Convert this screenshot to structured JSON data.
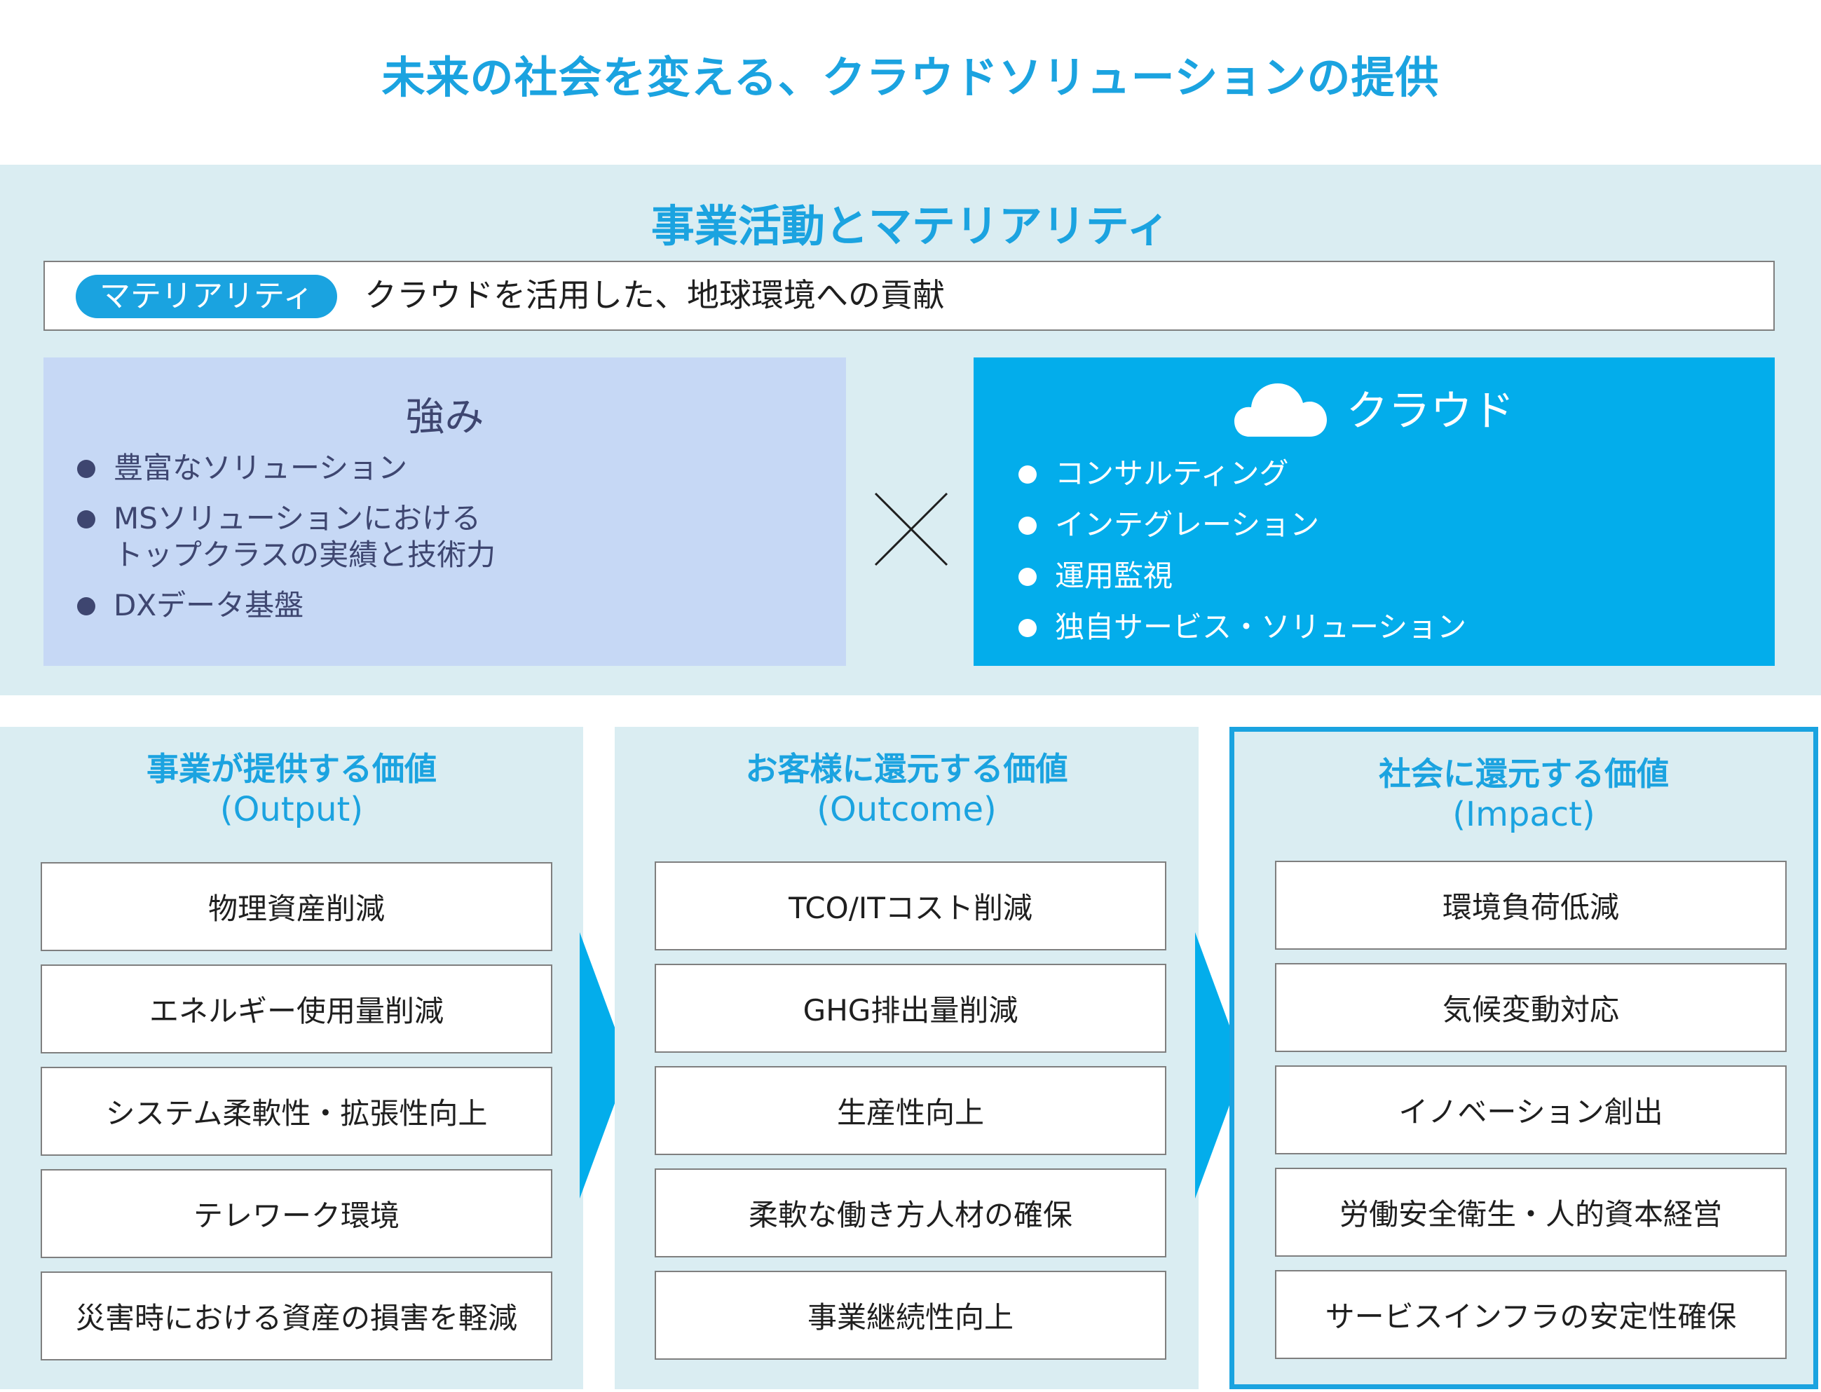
{
  "page": {
    "title": "未来の社会を変える、クラウドソリューションの提供"
  },
  "business": {
    "title": "事業活動とマテリアリティ",
    "materiality_label": "マテリアリティ",
    "materiality_text": "クラウドを活用した、地球環境への貢献",
    "strengths": {
      "title": "強み",
      "items": [
        "豊富なソリューション",
        "MSソリューションにおける\nトップクラスの実績と技術力",
        "DXデータ基盤"
      ]
    },
    "cloud": {
      "icon": "cloud-icon",
      "title": "クラウド",
      "items": [
        "コンサルティング",
        "インテグレーション",
        "運用監視",
        "独自サービス・ソリューション"
      ]
    },
    "operator_icon": "times-icon"
  },
  "values": [
    {
      "title": "事業が提供する価値",
      "subtitle": "(Output)",
      "items": [
        "物理資産削減",
        "エネルギー使用量削減",
        "システム柔軟性・拡張性向上",
        "テレワーク環境",
        "災害時における資産の損害を軽減"
      ]
    },
    {
      "title": "お客様に還元する価値",
      "subtitle": "(Outcome)",
      "items": [
        "TCO/ITコスト削減",
        "GHG排出量削減",
        "生産性向上",
        "柔軟な働き方人材の確保",
        "事業継続性向上"
      ]
    },
    {
      "title": "社会に還元する価値",
      "subtitle": "(Impact)",
      "items": [
        "環境負荷低減",
        "気候変動対応",
        "イノベーション創出",
        "労働安全衛生・人的資本経営",
        "サービスインフラの安定性確保"
      ]
    }
  ],
  "colors": {
    "accent": "#1ba3e0",
    "cloud_fill": "#03adeb",
    "band": "#daedf2",
    "strength_fill": "#c6d8f5",
    "strength_text": "#3e4670"
  }
}
